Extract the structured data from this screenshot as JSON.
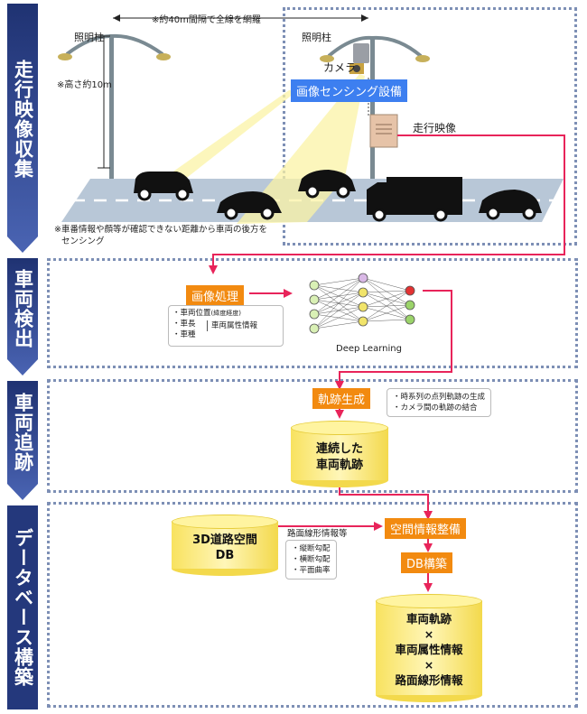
{
  "stages": [
    {
      "label": "走行映像収集"
    },
    {
      "label": "車両検出"
    },
    {
      "label": "車両追跡"
    },
    {
      "label": "データベース構築"
    }
  ],
  "collection": {
    "span_label": "※約40m間隔で全線を網羅",
    "pole_left_label": "照明柱",
    "pole_right_label": "照明柱",
    "height_label": "※高さ約10m",
    "camera_label": "カメラ",
    "sensing_label": "画像センシング設備",
    "video_label": "走行映像",
    "note_line1": "※車番情報や顔等が確認できない距離から車両の後方を",
    "note_line2": "センシング"
  },
  "detection": {
    "process_label": "画像処理",
    "attr_items": [
      "・車両位置",
      "・車長",
      "・車種"
    ],
    "attr_sub": "(緯度経度)",
    "attr_group": "車両属性情報",
    "dl_label": "Deep Learning"
  },
  "tracking": {
    "generate_label": "軌跡生成",
    "notes": [
      "・時系列の点列軌跡の生成",
      "・カメラ間の軌跡の結合"
    ],
    "db_line1": "連続した",
    "db_line2": "車両軌跡"
  },
  "database": {
    "road_db_line1": "3D道路空間",
    "road_db_line2": "DB",
    "road_info_label": "路面線形情報等",
    "road_items": [
      "・縦断勾配",
      "・横断勾配",
      "・平面曲率"
    ],
    "spatial_label": "空間情報整備",
    "db_build_label": "DB構築",
    "final_lines": [
      "車両軌跡",
      "×",
      "車両属性情報",
      "×",
      "路面線形情報"
    ]
  },
  "colors": {
    "stage_arrow": "#2b3f85",
    "flow_line": "#e8245a",
    "process_box": "#f28a10",
    "sensing_box": "#3d7ff0",
    "road": "#b7c6d6",
    "cylinder": "#f6dd4f"
  }
}
